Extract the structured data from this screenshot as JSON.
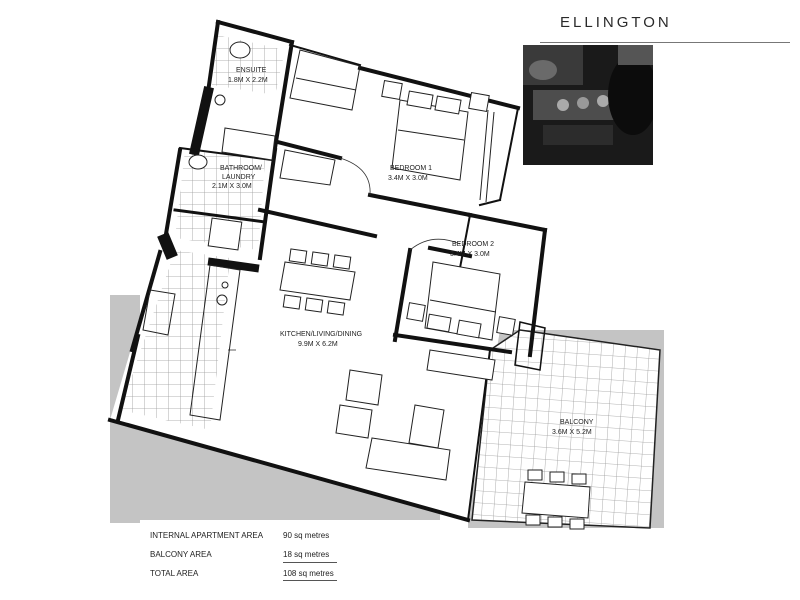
{
  "brand": "ELLINGTON",
  "rooms": {
    "ensuite": {
      "name": "ENSUITE",
      "size": "1.8M X 2.2M"
    },
    "bathroom": {
      "name1": "BATHROOM/",
      "name2": "LAUNDRY",
      "size": "2.1M X 3.0M"
    },
    "bedroom1": {
      "name": "BEDROOM 1",
      "size": "3.4M X 3.0M"
    },
    "bedroom2": {
      "name": "BEDROOM 2",
      "size": "3.4M X 3.0M"
    },
    "kitchen": {
      "name": "KITCHEN/LIVING/DINING",
      "size": "9.9M X 6.2M"
    },
    "balcony": {
      "name": "BALCONY",
      "size": "3.6M X 5.2M"
    }
  },
  "areas": [
    {
      "label": "INTERNAL APARTMENT AREA",
      "value": "90 sq metres"
    },
    {
      "label": "BALCONY AREA",
      "value": "18 sq metres"
    },
    {
      "label": "TOTAL AREA",
      "value": "108 sq metres"
    }
  ],
  "colors": {
    "shade": "#c4c4c4",
    "wall": "#111111",
    "tile": "#9a9a9a"
  }
}
